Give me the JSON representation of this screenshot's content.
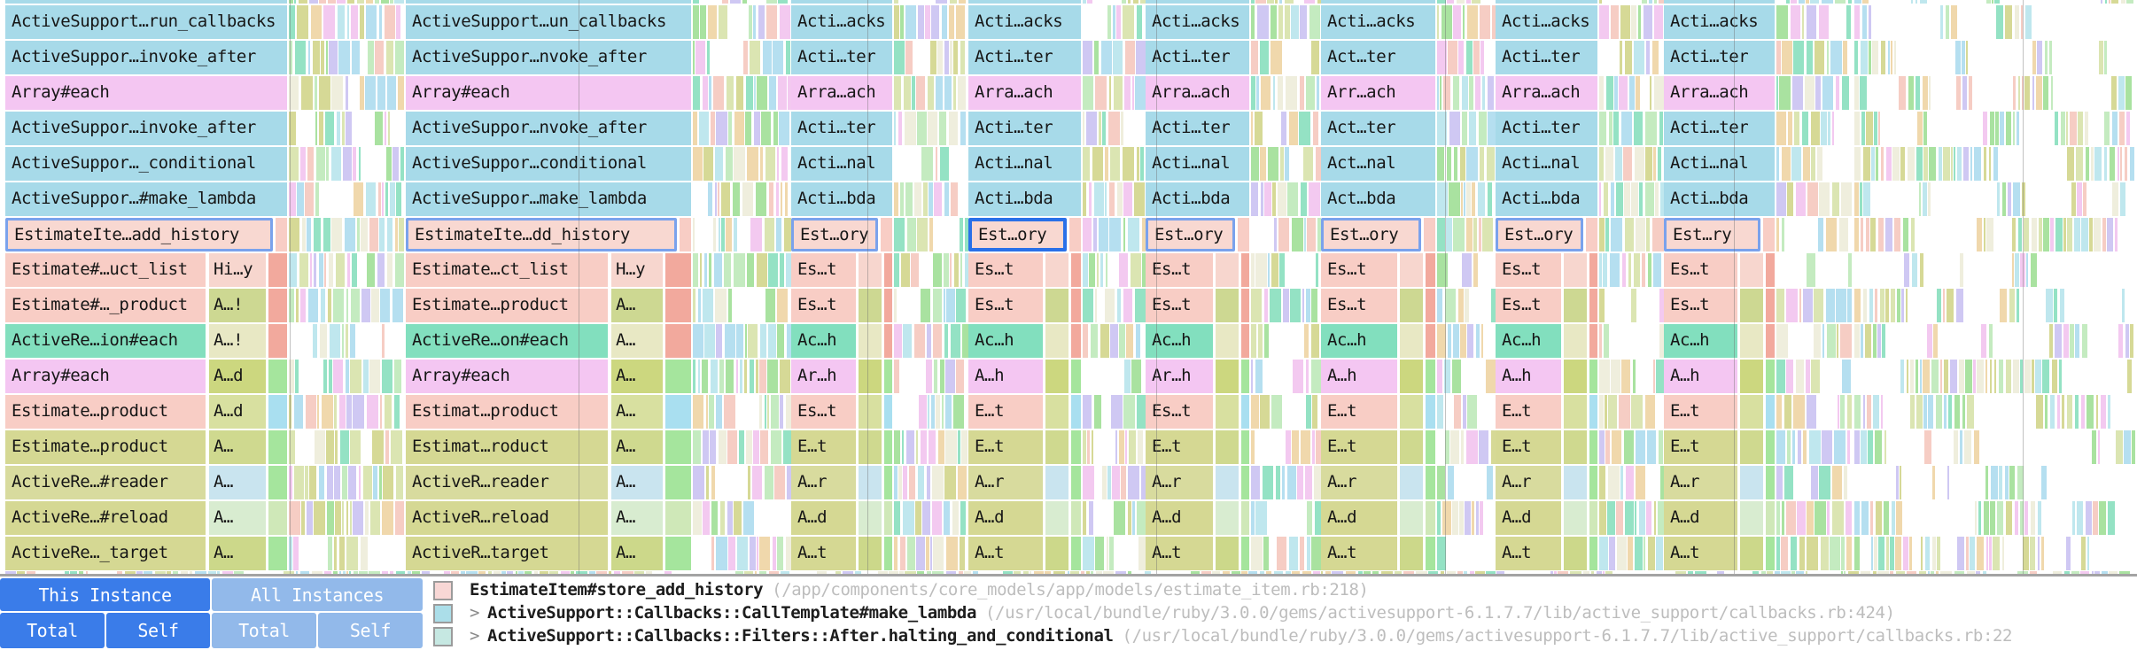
{
  "flamegraph": {
    "selected_group": 3,
    "marker_lines_x": [
      327,
      653,
      979,
      1305,
      1631,
      1957,
      2283
    ],
    "groups": [
      {
        "labels": [
          "ActiveSupport…run_callbacks",
          "ActiveSuppor…invoke_after",
          "Array#each",
          "ActiveSuppor…invoke_after",
          "ActiveSuppor…_conditional",
          "ActiveSuppor…#make_lambda",
          "EstimateIte…add_history",
          "Estimate#…uct_list",
          "Estimate#…_product",
          "ActiveRe…ion#each",
          "Array#each",
          "Estimate…product",
          "Estimate…product",
          "ActiveRe…#reader",
          "ActiveRe…#reload",
          "ActiveRe…_target"
        ],
        "mini_labels": [
          "Hi…y",
          "A…!",
          "A…!",
          "A…d",
          "A…d",
          "A…",
          "A…",
          "A…",
          "A…"
        ]
      },
      {
        "labels": [
          "ActiveSupport…un_callbacks",
          "ActiveSuppor…nvoke_after",
          "Array#each",
          "ActiveSuppor…nvoke_after",
          "ActiveSuppor…conditional",
          "ActiveSuppor…make_lambda",
          "EstimateIte…dd_history",
          "Estimate…ct_list",
          "Estimate…product",
          "ActiveRe…on#each",
          "Array#each",
          "Estimat…product",
          "Estimat…roduct",
          "ActiveR…reader",
          "ActiveR…reload",
          "ActiveR…target"
        ],
        "mini_labels": [
          "H…y",
          "A…",
          "A…",
          "A…",
          "A…",
          "A…",
          "A…",
          "A…",
          "A…"
        ]
      },
      {
        "labels": [
          "Acti…acks",
          "Acti…ter",
          "Arra…ach",
          "Acti…ter",
          "Acti…nal",
          "Acti…bda",
          "Est…ory",
          "Es…t",
          "Es…t",
          "Ac…h",
          "Ar…h",
          "Es…t",
          "E…t",
          "A…r",
          "A…d",
          "A…t"
        ],
        "mini_labels": null
      },
      {
        "labels": [
          "Acti…acks",
          "Acti…ter",
          "Arra…ach",
          "Acti…ter",
          "Acti…nal",
          "Acti…bda",
          "Est…ory",
          "Es…t",
          "Es…t",
          "Ac…h",
          "A…h",
          "E…t",
          "E…t",
          "A…r",
          "A…d",
          "A…t"
        ],
        "mini_labels": null
      },
      {
        "labels": [
          "Acti…acks",
          "Acti…ter",
          "Arra…ach",
          "Acti…ter",
          "Acti…nal",
          "Acti…bda",
          "Est…ory",
          "Es…t",
          "Es…t",
          "Ac…h",
          "Ar…h",
          "Es…t",
          "E…t",
          "A…r",
          "A…d",
          "A…t"
        ],
        "mini_labels": null
      },
      {
        "labels": [
          "Acti…acks",
          "Act…ter",
          "Arr…ach",
          "Act…ter",
          "Act…nal",
          "Act…bda",
          "Est…ory",
          "Es…t",
          "Es…t",
          "Ac…h",
          "A…h",
          "E…t",
          "E…t",
          "A…r",
          "A…d",
          "A…t"
        ],
        "mini_labels": null
      },
      {
        "labels": [
          "Acti…acks",
          "Acti…ter",
          "Arra…ach",
          "Acti…ter",
          "Acti…nal",
          "Acti…bda",
          "Est…ory",
          "Es…t",
          "Es…t",
          "Ac…h",
          "A…h",
          "E…t",
          "E…t",
          "A…r",
          "A…d",
          "A…t"
        ],
        "mini_labels": null
      },
      {
        "labels": [
          "Acti…acks",
          "Acti…ter",
          "Arra…ach",
          "Acti…ter",
          "Acti…nal",
          "Acti…bda",
          "Est…ry",
          "Es…t",
          "Es…t",
          "Ac…h",
          "A…h",
          "E…t",
          "E…t",
          "A…r",
          "A…d",
          "A…t"
        ],
        "mini_labels": null
      }
    ]
  },
  "panel": {
    "buttons": {
      "this_instance": "This Instance",
      "all_instances": "All Instances",
      "total": "Total",
      "self": "Self"
    },
    "legend": [
      {
        "chevron": "",
        "name": "EstimateItem#store_add_history",
        "path": "(/app/components/core_models/app/models/estimate_item.rb:218)",
        "swatch": "#f8d7d5"
      },
      {
        "chevron": ">",
        "name": "ActiveSupport::Callbacks::CallTemplate#make_lambda",
        "path": "(/usr/local/bundle/ruby/3.0.0/gems/activesupport-6.1.7.7/lib/active_support/callbacks.rb:424)",
        "swatch": "#abdee9"
      },
      {
        "chevron": ">",
        "name": "ActiveSupport::Callbacks::Filters::After.halting_and_conditional",
        "path": "(/usr/local/bundle/ruby/3.0.0/gems/activesupport-6.1.7.7/lib/active_support/callbacks.rb:22",
        "swatch": "#c6e8e2"
      }
    ]
  },
  "colors": {
    "row_main": [
      "#a7dae9",
      "#a7dae9",
      "#f4c6f2",
      "#a7dae9",
      "#a7dae9",
      "#a7dae9",
      "#f8d8d1",
      "#f8cdc5",
      "#f8cdc5",
      "#82dfbe",
      "#f4c6f2",
      "#f8cdc5",
      "#d5d893",
      "#d8db9e",
      "#d5d893",
      "#d5d893"
    ],
    "row_mini": [
      "#f7d6ce",
      "#cdd892",
      "#e8e8c4",
      "#ccd77f",
      "#d8e0a0",
      "#cfd98f",
      "#c9e4ef",
      "#d8ecd0",
      "#ccd88a"
    ],
    "row_tail": [
      "#f8cdc5",
      "#f2a99d",
      "#f2a99d",
      "#f2a99d",
      "#a5e59d",
      "#a9dff0",
      "#a5e59d",
      "#a5e59d",
      "#cfe8b8",
      "#a5e59d"
    ],
    "top_strip": "#a7dae9",
    "accent_primary": "#2970e8",
    "accent_secondary": "#7aa2ec",
    "selected_fill": "#f8d8d1",
    "button_active": "#3a7ce9",
    "button_inactive": "#92b9ea",
    "marker_line": "rgba(110,110,110,0.42)",
    "sliver_palette": [
      "#a9e2a0",
      "#dbe5b2",
      "#b5dff0",
      "#f3c9f0",
      "#cfc8f3",
      "#f6cdc4",
      "#efeedd",
      "#94e2c4",
      "#d6d996",
      "#f0d8ac",
      "#bfe7ee",
      "#c4ebc0"
    ]
  }
}
